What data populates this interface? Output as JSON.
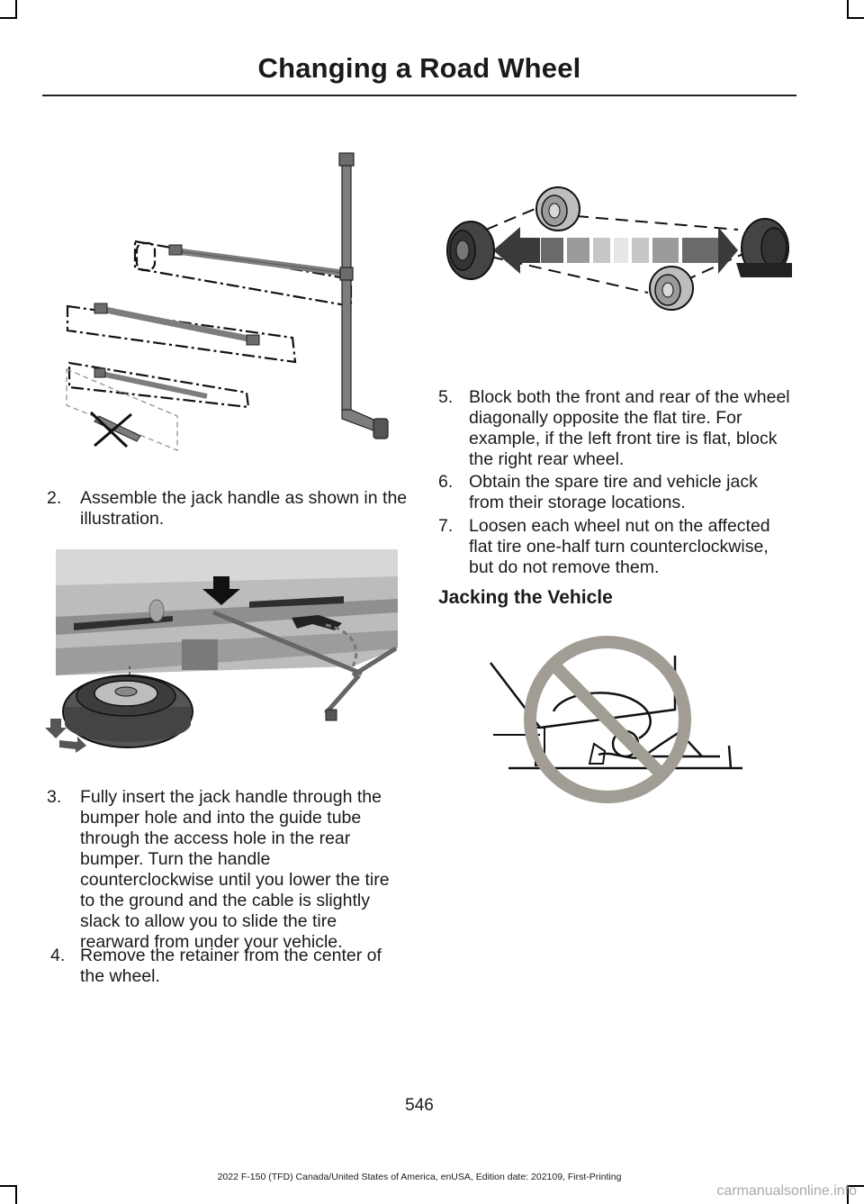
{
  "header": {
    "title": "Changing a Road Wheel"
  },
  "steps": [
    {
      "number": "2.",
      "text": "Assemble the jack handle as shown in the illustration."
    },
    {
      "number": "3.",
      "text": "Fully insert the jack handle through the bumper hole and into the guide tube through the access hole in the rear bumper. Turn the handle counterclockwise until you lower the tire to the ground and the cable is slightly slack to allow you to slide the tire rearward from under your vehicle."
    },
    {
      "number": "4.",
      "text": "Remove the retainer from the center of the wheel."
    },
    {
      "number": "5.",
      "text": "Block both the front and rear of the wheel diagonally opposite the flat tire. For example, if the left front tire is flat, block the right rear wheel."
    },
    {
      "number": "6.",
      "text": "Obtain the spare tire and vehicle jack from their storage locations."
    },
    {
      "number": "7.",
      "text": "Loosen each wheel nut on the affected flat tire one-half turn counterclockwise, but do not remove them."
    }
  ],
  "section": {
    "title": "Jacking the Vehicle"
  },
  "page_number": "546",
  "footer": {
    "text": "2022 F-150 (TFD) Canada/United States of America, enUSA, Edition date: 202109, First-Printing"
  },
  "watermark": "carmanualsonline.info",
  "colors": {
    "text": "#1a1a1a",
    "tool_gray": "#7d7d7d",
    "prohibit_ring": "#a19d94"
  }
}
